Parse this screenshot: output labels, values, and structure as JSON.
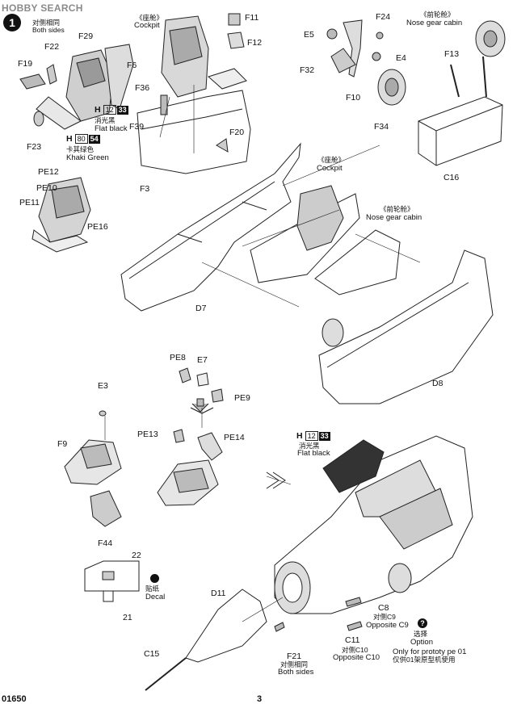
{
  "watermark": "HOBBY SEARCH",
  "step_number": "1",
  "labels": {
    "both_sides_cn": "对侧相同",
    "both_sides_en": "Both sides",
    "f29": "F29",
    "f22": "F22",
    "f19": "F19",
    "f6": "F6",
    "f23": "F23",
    "cockpit_cn_top": "《座舱》",
    "cockpit_en_top": "Cockpit",
    "f11": "F11",
    "f12": "F12",
    "f36": "F36",
    "f39": "F39",
    "f20": "F20",
    "f3": "F3",
    "e5": "E5",
    "f24": "F24",
    "e4": "E4",
    "f32": "F32",
    "f10": "F10",
    "f34": "F34",
    "nose_gear_cn_top": "《前轮舱》",
    "nose_gear_en_top": "Nose gear cabin",
    "f13": "F13",
    "c16": "C16",
    "pe12": "PE12",
    "pe10": "PE10",
    "pe11": "PE11",
    "pe16": "PE16",
    "cockpit_cn_mid": "《座舱》",
    "cockpit_en_mid": "Cockpit",
    "nose_gear_cn_mid": "《前轮舱》",
    "nose_gear_en_mid": "Nose gear cabin",
    "d7": "D7",
    "d8": "D8",
    "pe8": "PE8",
    "e7": "E7",
    "pe9": "PE9",
    "e3": "E3",
    "f9": "F9",
    "f44": "F44",
    "pe13": "PE13",
    "pe14": "PE14",
    "n22": "22",
    "n21": "21",
    "decal_cn": "贴纸",
    "decal_en": "Decal",
    "d11": "D11",
    "c15": "C15",
    "f21": "F21",
    "f21_cn": "对侧相同",
    "f21_en": "Both sides",
    "c8": "C8",
    "c9_cn": "对侧C9",
    "c9_en": "Opposite C9",
    "c11": "C11",
    "c10_cn": "对侧C10",
    "c10_en": "Opposite C10",
    "option_q": "?",
    "option_cn": "选择",
    "option_en": "Option",
    "proto_en": "Only for prototy pe 01",
    "proto_cn": "仅供01架原型机使用",
    "footer_left": "01650",
    "footer_page": "3"
  },
  "paint_callouts": [
    {
      "letter": "H",
      "code": "12",
      "num": "33",
      "cn": "消光黑",
      "en": "Flat black"
    },
    {
      "letter": "H",
      "code": "80",
      "num": "54",
      "cn": "卡其绿色",
      "en": "Khaki Green"
    },
    {
      "letter": "H",
      "code": "12",
      "num": "33",
      "cn": "消光黑",
      "en": "Flat black"
    }
  ]
}
